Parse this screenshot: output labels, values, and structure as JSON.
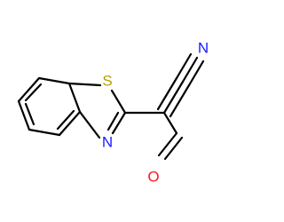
{
  "molecule": {
    "atoms": {
      "sulfur": {
        "symbol": "S",
        "color": "#b5a000"
      },
      "ring_nitrogen": {
        "symbol": "N",
        "color": "#1a1aff"
      },
      "nitrile_nitrogen": {
        "symbol": "N",
        "color": "#1a1aff"
      },
      "oxygen": {
        "symbol": "O",
        "color": "#ff1a1a"
      }
    }
  }
}
